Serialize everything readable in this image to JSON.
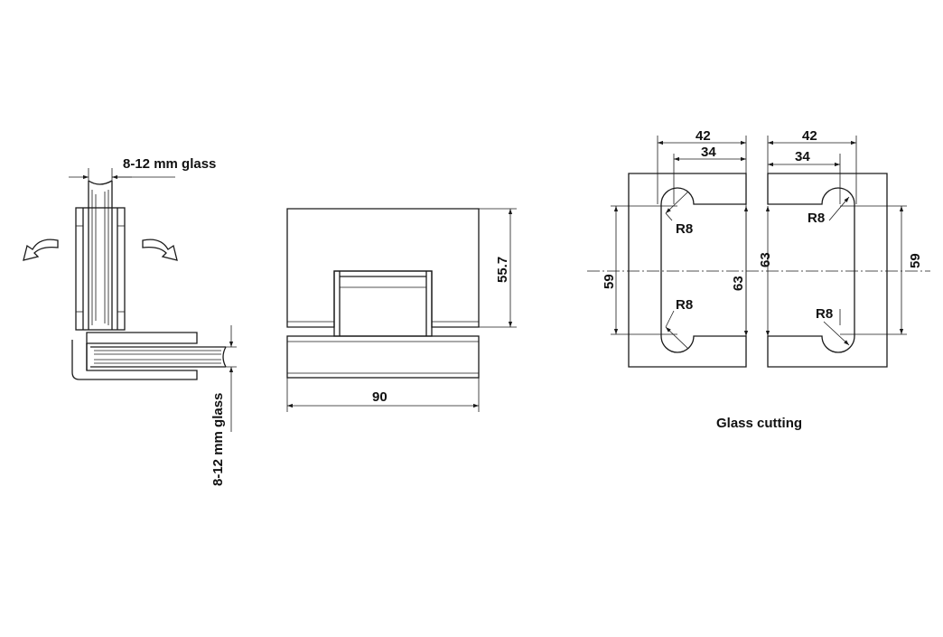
{
  "side_view": {
    "glass_top_label": "8-12 mm glass",
    "glass_bottom_label": "8-12 mm glass"
  },
  "front_view": {
    "height_dim": "55.7",
    "width_dim": "90"
  },
  "glass_cutting": {
    "caption": "Glass cutting",
    "left_panel": {
      "dim_outer_width": "42",
      "dim_inner_width": "34",
      "radius_top": "R8",
      "radius_bottom": "R8",
      "dim_inner_height": "59",
      "dim_outer_height": "63"
    },
    "right_panel": {
      "dim_outer_width": "42",
      "dim_inner_width": "34",
      "radius_top": "R8",
      "radius_bottom": "R8",
      "dim_outer_height": "63",
      "dim_inner_height": "59"
    }
  }
}
